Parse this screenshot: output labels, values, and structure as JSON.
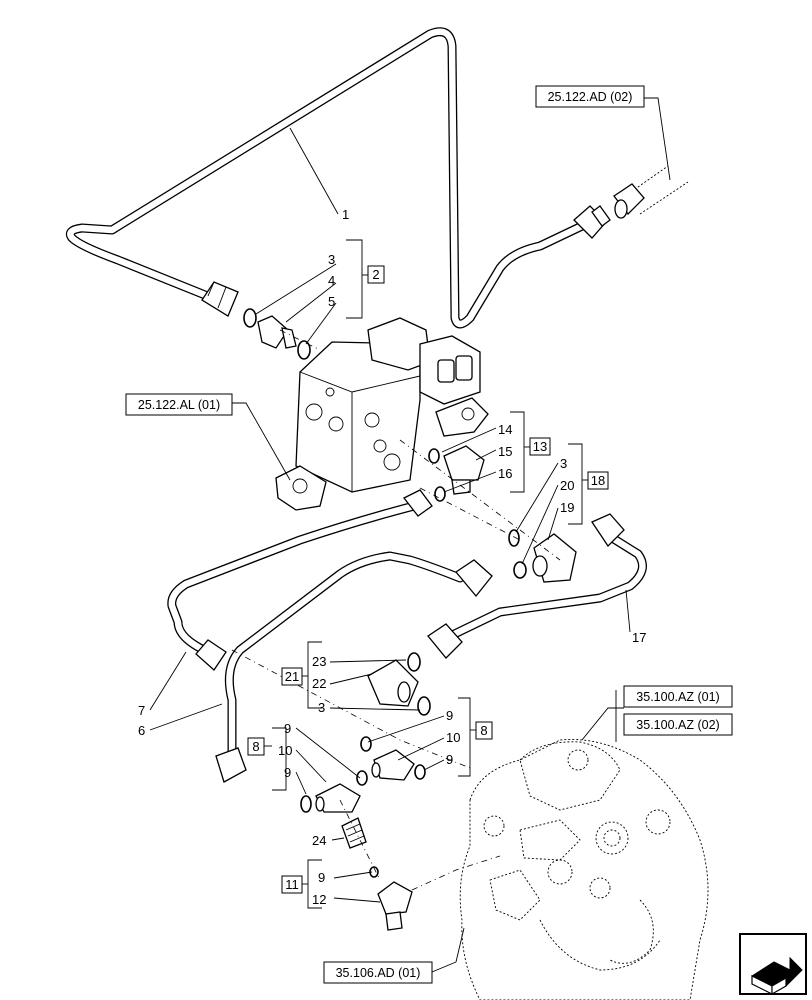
{
  "diagram": {
    "reference_boxes": {
      "ref_25122ad02": "25.122.AD (02)",
      "ref_25122al01": "25.122.AL (01)",
      "ref_35100az01": "35.100.AZ (01)",
      "ref_35100az02": "35.100.AZ (02)",
      "ref_35106ad01": "35.106.AD (01)"
    },
    "group_boxes": {
      "g2": "2",
      "g13": "13",
      "g18": "18",
      "g21": "21",
      "g8_left": "8",
      "g8_right": "8",
      "g11": "11"
    },
    "callouts": {
      "c1": "1",
      "c3a": "3",
      "c4": "4",
      "c5": "5",
      "c14": "14",
      "c15": "15",
      "c16": "16",
      "c3b": "3",
      "c20": "20",
      "c19": "19",
      "c17": "17",
      "c7": "7",
      "c6": "6",
      "c23": "23",
      "c22": "22",
      "c3c": "3",
      "c9a": "9",
      "c9b": "9",
      "c10a": "10",
      "c10b": "10",
      "c9c": "9",
      "c9d": "9",
      "c24": "24",
      "c9e": "9",
      "c12": "12"
    },
    "nav_icon": "arrow-navigation-icon"
  }
}
